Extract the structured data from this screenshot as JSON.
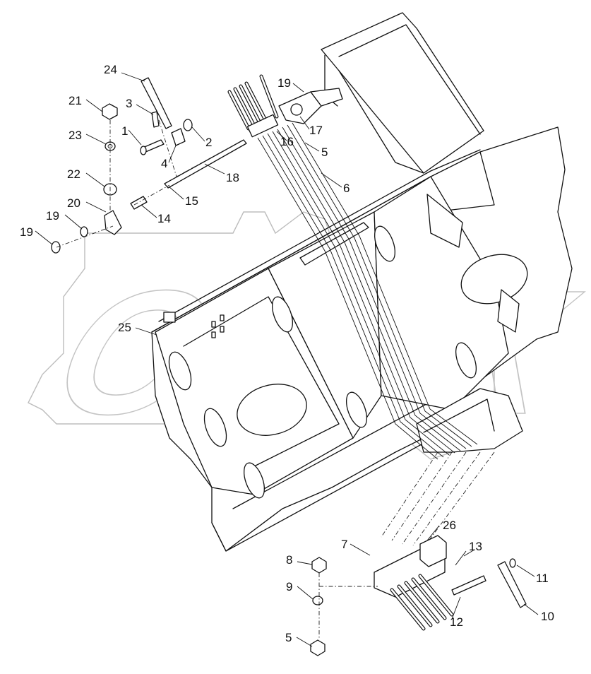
{
  "diagram": {
    "watermark": "OPEX",
    "callouts": [
      {
        "id": "c1",
        "text": "1"
      },
      {
        "id": "c2",
        "text": "2"
      },
      {
        "id": "c3",
        "text": "3"
      },
      {
        "id": "c4",
        "text": "4"
      },
      {
        "id": "c5a",
        "text": "5"
      },
      {
        "id": "c5b",
        "text": "5"
      },
      {
        "id": "c6",
        "text": "6"
      },
      {
        "id": "c7",
        "text": "7"
      },
      {
        "id": "c8",
        "text": "8"
      },
      {
        "id": "c9",
        "text": "9"
      },
      {
        "id": "c10",
        "text": "10"
      },
      {
        "id": "c11",
        "text": "11"
      },
      {
        "id": "c12",
        "text": "12"
      },
      {
        "id": "c13",
        "text": "13"
      },
      {
        "id": "c14",
        "text": "14"
      },
      {
        "id": "c15",
        "text": "15"
      },
      {
        "id": "c16",
        "text": "16"
      },
      {
        "id": "c17",
        "text": "17"
      },
      {
        "id": "c18",
        "text": "18"
      },
      {
        "id": "c19a",
        "text": "19"
      },
      {
        "id": "c19b",
        "text": "19"
      },
      {
        "id": "c19c",
        "text": "19"
      },
      {
        "id": "c20",
        "text": "20"
      },
      {
        "id": "c21",
        "text": "21"
      },
      {
        "id": "c22",
        "text": "22"
      },
      {
        "id": "c23",
        "text": "23"
      },
      {
        "id": "c24",
        "text": "24"
      },
      {
        "id": "c25",
        "text": "25"
      },
      {
        "id": "c26",
        "text": "26"
      }
    ]
  }
}
